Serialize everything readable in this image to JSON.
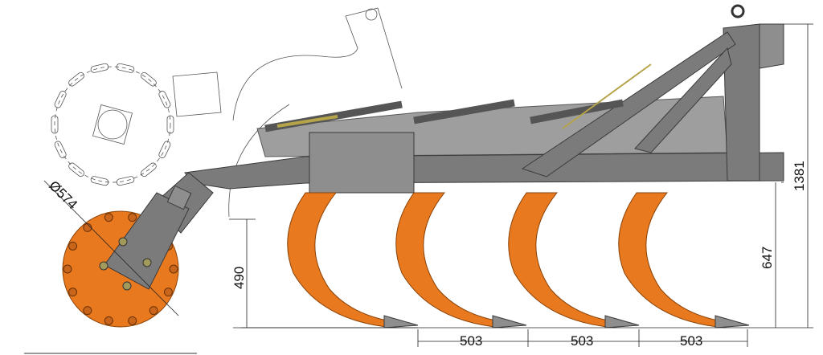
{
  "drawing": {
    "subject": "subsoiler",
    "dimensions": {
      "wheel_diameter": "Ø574",
      "wheel_height": "490",
      "frame_height": "647",
      "overall_height": "1381",
      "tine_spacing": [
        "503",
        "503",
        "503"
      ]
    },
    "colors": {
      "tine": "#e8791e",
      "frame": "#7b7b7b",
      "wheel": "#e8791e"
    }
  }
}
